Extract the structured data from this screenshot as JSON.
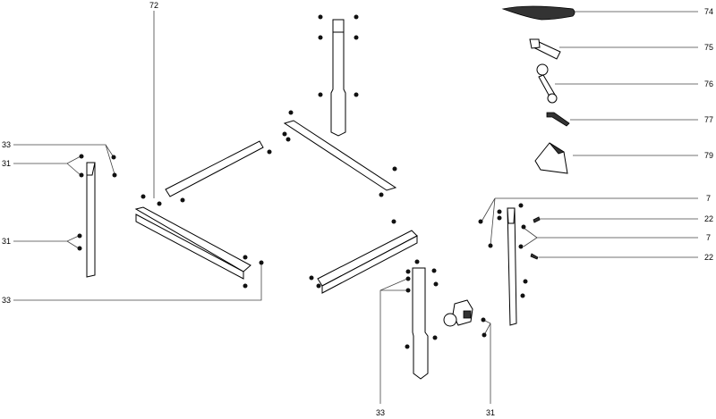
{
  "callouts": {
    "frame_top": "72",
    "float_trowel": "74",
    "open_wrench": "75",
    "ring_wrench": "76",
    "hex_key": "77",
    "angle_guide": "79",
    "nut_upper": "7",
    "bolt_upper": "22",
    "nut_lower": "7",
    "bolt_lower": "22",
    "left_screw_top": "33",
    "left_nut_top": "31",
    "left_nut_mid": "31",
    "left_screw_bottom": "33",
    "bottom_screw": "33",
    "bottom_nut": "31"
  }
}
